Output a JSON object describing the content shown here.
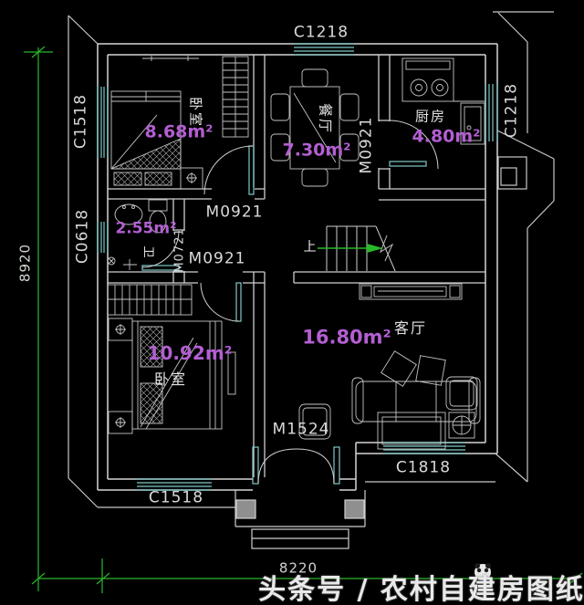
{
  "plan": {
    "dimensions": {
      "left_total": "8920",
      "bottom_total": "8220"
    },
    "windows": {
      "top": "C1218",
      "left_upper": "C1518",
      "left_mid": "C0618",
      "right": "C1218",
      "bottom_left": "C1518",
      "bottom_right": "C1818"
    },
    "doors": {
      "bedroom1": "M0921",
      "bedroom2": "M0921",
      "kitchen": "M0921",
      "bath": "M0721",
      "entrance": "M1524"
    },
    "rooms": {
      "bedroom1": {
        "name": "卧室",
        "area": "8.68m²"
      },
      "dining": {
        "name": "餐厅",
        "area": "7.30m²"
      },
      "kitchen": {
        "name": "厨房",
        "area": "4.80m²"
      },
      "bath": {
        "name": "卫",
        "area": "2.55m²"
      },
      "bedroom2": {
        "name": "卧室",
        "area": "10.92m²"
      },
      "living": {
        "name": "客厅",
        "area": "16.80m²"
      }
    },
    "stairs": {
      "up_label": "上"
    },
    "watermark": "头条号 / 农村自建房图纸",
    "colors": {
      "background": "#000000",
      "wall": "#d6d6d6",
      "window": "#7fc9c9",
      "dimension": "#2ab82a",
      "area_text": "#b35fd2",
      "label_text": "#d9d9d9"
    }
  }
}
